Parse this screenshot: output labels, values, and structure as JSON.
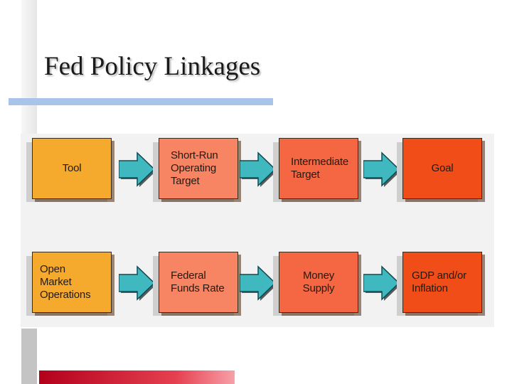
{
  "slide": {
    "title": "Fed Policy Linkages",
    "accent_colors": {
      "title_underline": "#a9c3ea",
      "bottom_bar": "#c8102e",
      "box_tool": "#f5aa2e",
      "box_stage2": "#f78462",
      "box_stage3": "#f56642",
      "box_goal": "#f04d18",
      "arrow": "#3fb8c0"
    }
  },
  "diagram": {
    "rows": [
      {
        "boxes": [
          {
            "label": "Tool"
          },
          {
            "label": "Short-Run\nOperating\nTarget"
          },
          {
            "label": "Intermediate\nTarget"
          },
          {
            "label": "Goal"
          }
        ]
      },
      {
        "boxes": [
          {
            "label": "Open\nMarket\nOperations"
          },
          {
            "label": "Federal\nFunds Rate"
          },
          {
            "label": "Money\nSupply"
          },
          {
            "label": "GDP and/or\nInflation"
          }
        ]
      }
    ],
    "connector_icon": "right-arrow-icon"
  }
}
